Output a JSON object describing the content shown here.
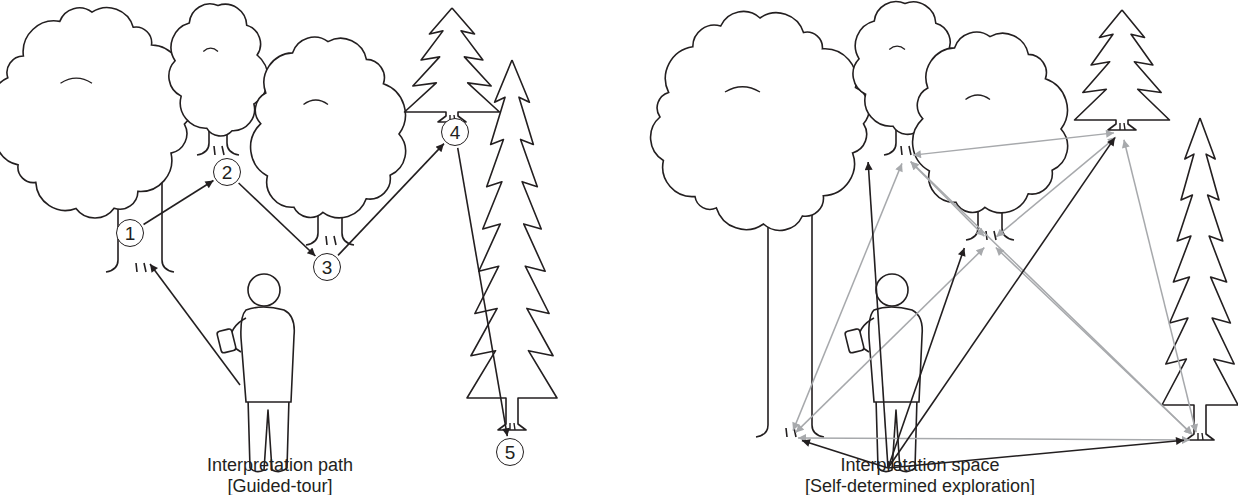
{
  "diagram": {
    "nodes": [
      {
        "text": [
          "1"
        ]
      },
      {
        "text": [
          "2"
        ]
      },
      {
        "text": [
          "3"
        ]
      },
      {
        "text": [
          "4"
        ]
      },
      {
        "text": [
          "5"
        ]
      }
    ],
    "edges": [
      {
        "from": 0,
        "to": 1,
        "arrow": "to"
      },
      {
        "from": 1,
        "to": 2,
        "arrow": "to"
      },
      {
        "from": 2,
        "to": 3,
        "arrow": "to"
      },
      {
        "from": 3,
        "to": 4,
        "arrow": "to"
      }
    ],
    "labels": [
      "Interpretation path",
      "[Guided-tour]",
      "Interpretation space",
      "[Self-determined exploration]"
    ]
  }
}
